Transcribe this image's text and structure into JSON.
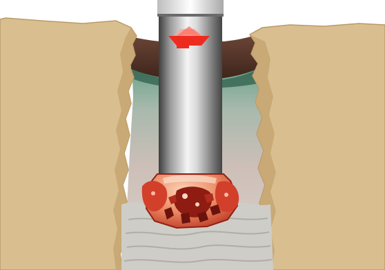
{
  "scene": {
    "elements": [
      "drill-pipe",
      "rotation-arrow-icon",
      "drill-bit",
      "borehole",
      "rock-formation",
      "sediment-layer",
      "cuttings"
    ]
  },
  "colors": {
    "background": "#ffffff",
    "rock": "#d8bd8c",
    "rock_shadow": "#c4a572",
    "sediment": "#5a3a2c",
    "borehole_top": "#4e8a72",
    "borehole_bottom": "#d9cfc9",
    "cuttings": "#c8c6c0",
    "pipe_light": "#f2f2f2",
    "pipe_dark": "#3d3d3d",
    "bit": "#e07a5a",
    "bit_dark": "#a61c13",
    "arrow": "#ee2b1f"
  }
}
